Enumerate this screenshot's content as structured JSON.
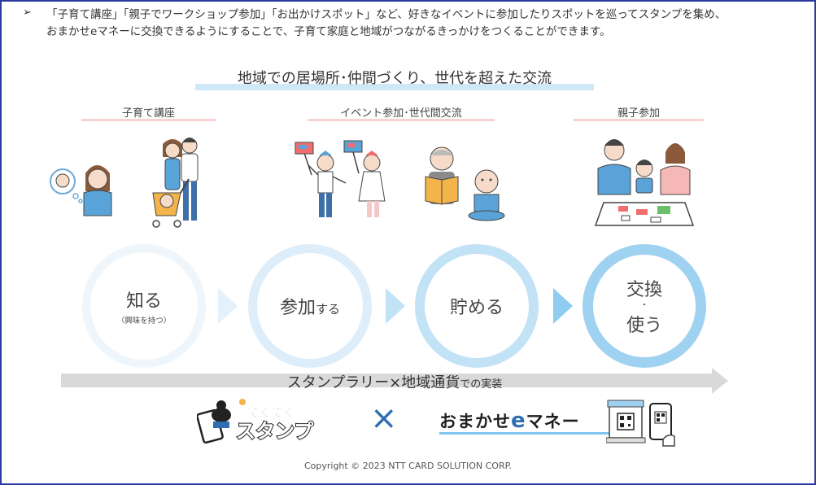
{
  "intro": {
    "bullet": "➢",
    "line1": "「子育て講座」「親子でワークショップ参加」「お出かけスポット」など、好きなイベントに参加したりスポットを巡ってスタンプを集め、",
    "line2": "おまかせeマネーに交換できるようにすることで、子育て家庭と地域がつながるきっかけをつくることができます。"
  },
  "headline": "地域での居場所･仲間づくり、世代を超えた交流",
  "categories": [
    {
      "label": "子育て講座"
    },
    {
      "label": "イベント参加･世代間交流"
    },
    {
      "label": "親子参加"
    }
  ],
  "steps": [
    {
      "main": "知る",
      "sub": "（興味を持つ）"
    },
    {
      "main": "参加",
      "suffix": "する"
    },
    {
      "main": "貯める"
    },
    {
      "line1": "交換",
      "dot": "・",
      "line2": "使う"
    }
  ],
  "implementation": {
    "main": "スタンプラリー×地域通貨",
    "suffix": "での実装"
  },
  "logos": {
    "tekuteku_top": "てくてく",
    "tekuteku_bottom": "スタンプ",
    "times": "×",
    "emoney_pre": "おまかせ",
    "emoney_e": "e",
    "emoney_post": "マネー"
  },
  "colors": {
    "frame": "#2b3aa3",
    "accent_blue": "#2e6db4",
    "circle_light": "#eef6fc",
    "circle_dark": "#9fd2f1",
    "arrow_gray": "#d9d9d9"
  },
  "copyright": "Copyright © 2023 NTT CARD SOLUTION CORP."
}
